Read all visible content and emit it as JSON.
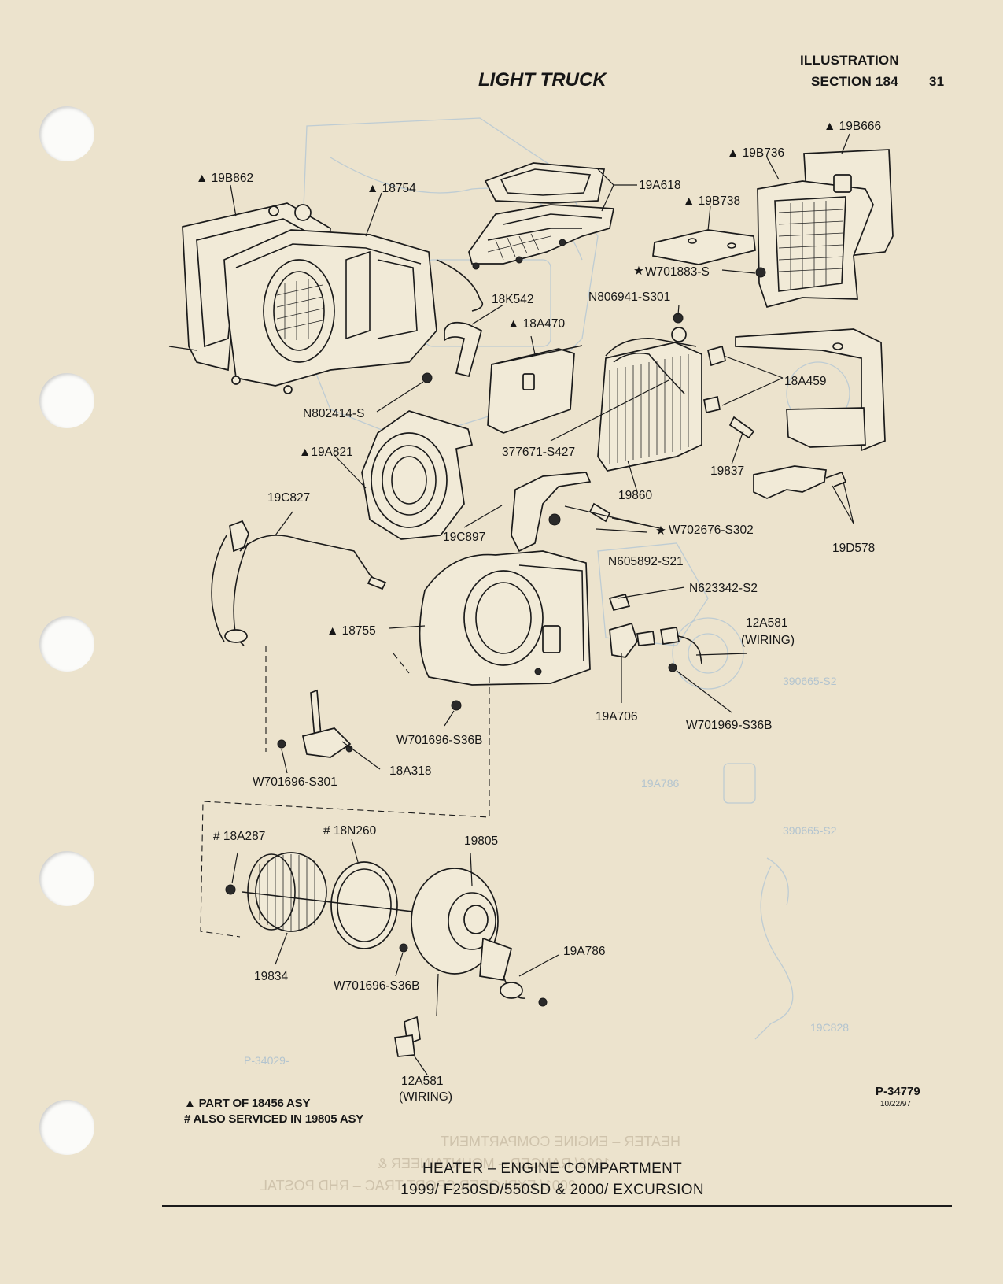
{
  "header": {
    "illustration": "ILLUSTRATION",
    "section": "SECTION 184",
    "page_number": "31",
    "title": "LIGHT TRUCK"
  },
  "markers": {
    "star": "★"
  },
  "callouts": {
    "c19B862": "▲ 19B862",
    "c18754": "▲ 18754",
    "c19A618": "19A618",
    "c19B666": "▲ 19B666",
    "c19B736": "▲ 19B736",
    "c19B738": "▲ 19B738",
    "cW701883S": "W701883-S",
    "cN806941": "N806941-S301",
    "c18K542": "18K542",
    "c18A470": "▲ 18A470",
    "c18A459": "18A459",
    "cN802414": "N802414-S",
    "c19A821": "▲19A821",
    "c377671": "377671-S427",
    "c19837": "19837",
    "c19860": "19860",
    "c19D578": "19D578",
    "c19C827": "19C827",
    "c19C897": "19C897",
    "cW702676": "W702676-S302",
    "cN605892": "N605892-S21",
    "cN623342": "N623342-S2",
    "c12A581": "12A581",
    "wiring": "(WIRING)",
    "c18755": "▲ 18755",
    "c19A706": "19A706",
    "cW701969": "W701969-S36B",
    "cW701696S36B": "W701696-S36B",
    "c18A318": "18A318",
    "cW701696S301": "W701696-S301",
    "c18A287": "# 18A287",
    "c18N260": "# 18N260",
    "c19805": "19805",
    "c19A786": "19A786",
    "c19834": "19834"
  },
  "legend": {
    "part_of": "▲ PART OF 18456 ASY",
    "also_serviced": "# ALSO SERVICED IN 19805 ASY"
  },
  "footer": {
    "illustration_number": "P-34779",
    "date": "10/22/97",
    "caption_line1": "HEATER – ENGINE COMPARTMENT",
    "caption_line2": "1999/ F250SD/550SD & 2000/ EXCURSION"
  },
  "bleed_through": [
    "HEATER – ENGINE COMPARTMENT",
    "1996/ RANGER – MOUNTAINEER &",
    "2001/ EXPLORER SPORT TRAC – RHD POSTAL"
  ]
}
